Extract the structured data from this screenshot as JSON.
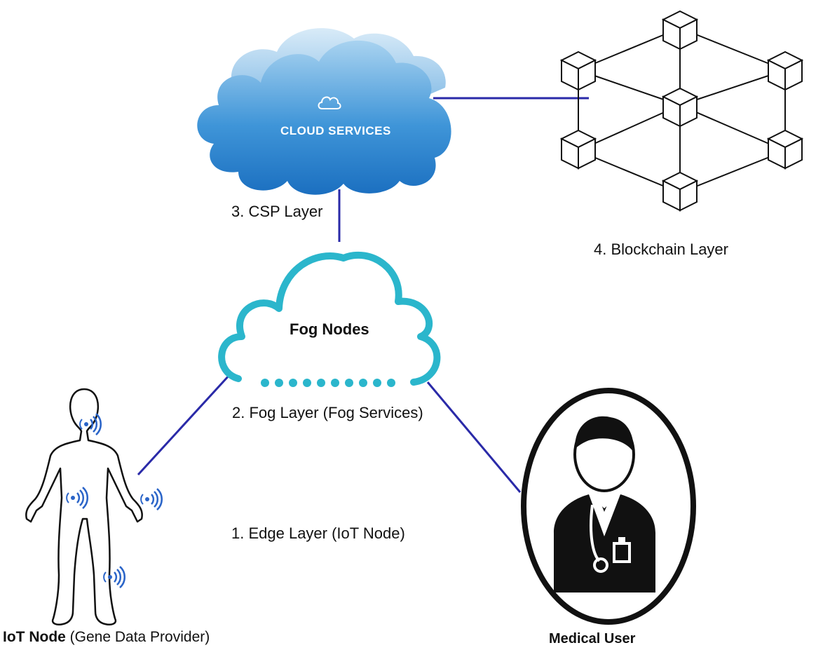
{
  "cloud": {
    "label": "CLOUD SERVICES"
  },
  "labels": {
    "csp_layer": "3. CSP Layer",
    "blockchain_layer": "4. Blockchain Layer",
    "fog_nodes": "Fog Nodes",
    "fog_layer": "2. Fog Layer (Fog Services)",
    "edge_layer": "1. Edge Layer (IoT Node)",
    "iot_node_bold": "IoT Node",
    "iot_node_rest": " (Gene Data Provider)",
    "medical_user": "Medical User"
  },
  "colors": {
    "link": "#2a2aa8",
    "cloud_top": "#8fc4ea",
    "cloud_bottom": "#1f78c8",
    "fog_outline": "#2bb6cc",
    "wireless": "#2a64c8"
  }
}
